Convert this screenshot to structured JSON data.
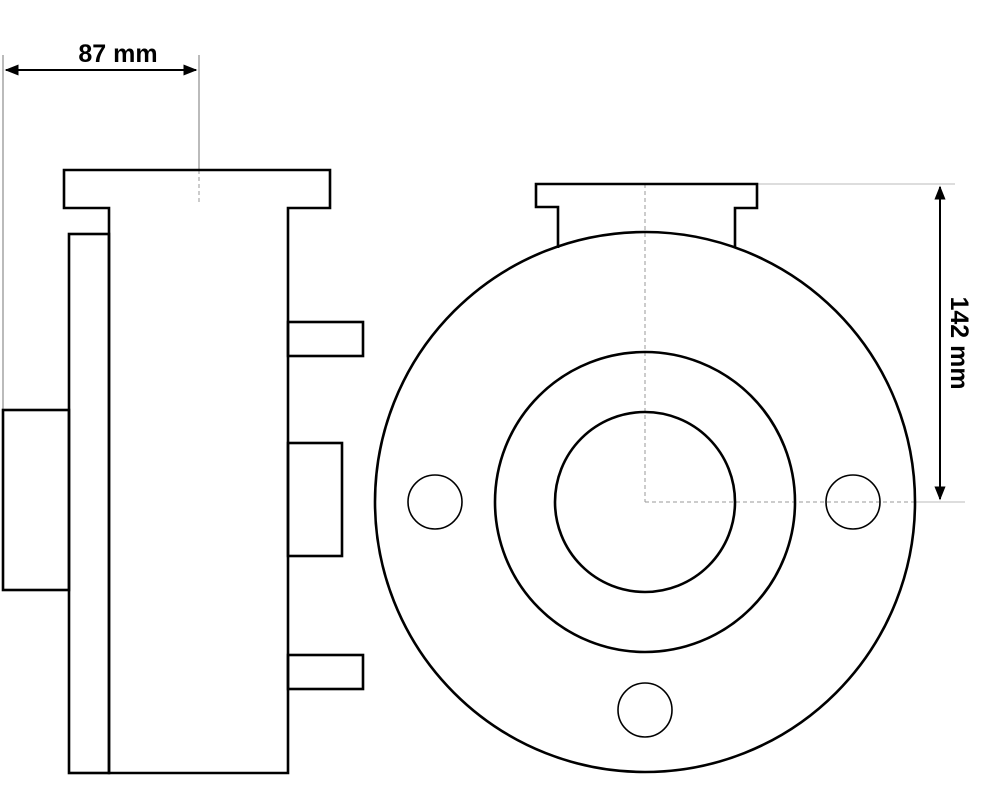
{
  "dimensions": {
    "width_label": "87 mm",
    "height_label": "142 mm"
  },
  "views": [
    "side-view",
    "front-view"
  ]
}
